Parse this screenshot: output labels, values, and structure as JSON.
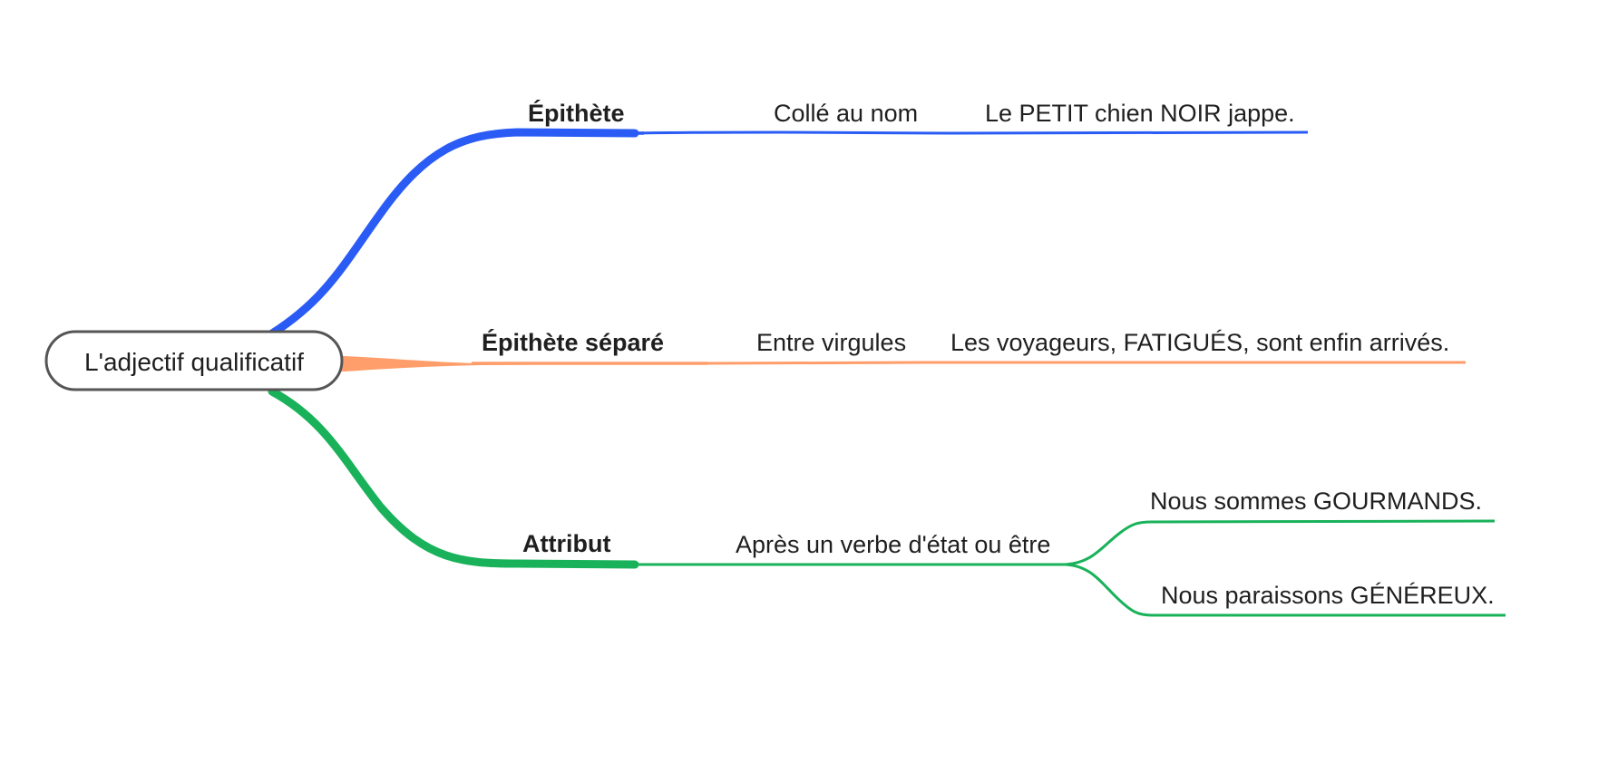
{
  "central": {
    "label": "L'adjectif qualificatif",
    "border_color": "#555555"
  },
  "branches": [
    {
      "label": "Épithète",
      "color": "#2a5cf5",
      "children": [
        {
          "label": "Collé au nom",
          "children": [
            {
              "label": "Le PETIT chien NOIR jappe."
            }
          ]
        }
      ]
    },
    {
      "label": "Épithète séparé",
      "color": "#ff9e6b",
      "children": [
        {
          "label": "Entre virgules",
          "children": [
            {
              "label": "Les voyageurs, FATIGUÉS, sont enfin arrivés."
            }
          ]
        }
      ]
    },
    {
      "label": "Attribut",
      "color": "#19b25a",
      "children": [
        {
          "label": "Après un verbe d'état ou être",
          "children": [
            {
              "label": "Nous sommes GOURMANDS."
            },
            {
              "label": "Nous paraissons GÉNÉREUX."
            }
          ]
        }
      ]
    }
  ]
}
